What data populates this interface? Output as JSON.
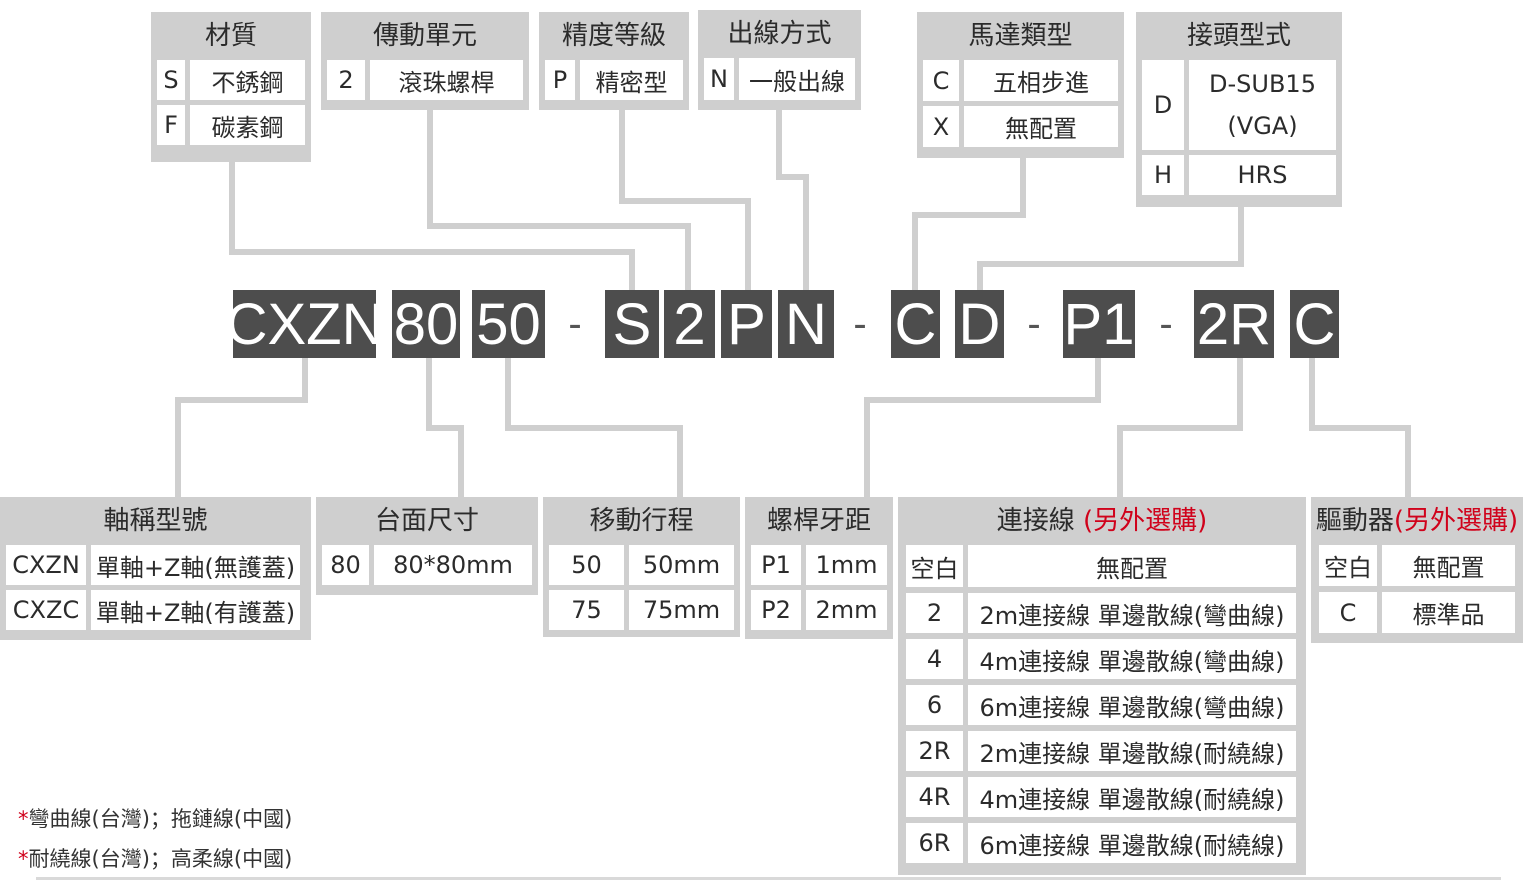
{
  "code_segments": [
    {
      "text": "CXZN"
    },
    {
      "text": "80"
    },
    {
      "text": "50"
    },
    {
      "text": "S"
    },
    {
      "text": "2"
    },
    {
      "text": "P"
    },
    {
      "text": "N"
    },
    {
      "text": "C"
    },
    {
      "text": "D"
    },
    {
      "text": "P1"
    },
    {
      "text": "2R"
    },
    {
      "text": "C"
    }
  ],
  "separator": "-",
  "top_tables": {
    "material": {
      "title": "材質",
      "rows": [
        [
          "S",
          "不銹鋼"
        ],
        [
          "F",
          "碳素鋼"
        ]
      ]
    },
    "drive_unit": {
      "title": "傳動單元",
      "rows": [
        [
          "2",
          "滾珠螺桿"
        ]
      ]
    },
    "precision": {
      "title": "精度等級",
      "rows": [
        [
          "P",
          "精密型"
        ]
      ]
    },
    "wiring": {
      "title": "出線方式",
      "rows": [
        [
          "N",
          "一般出線"
        ]
      ]
    },
    "motor_type": {
      "title": "馬達類型",
      "rows": [
        [
          "C",
          "五相步進"
        ],
        [
          "X",
          "無配置"
        ]
      ]
    },
    "connector": {
      "title": "接頭型式",
      "rows": [
        [
          "D",
          "D-SUB15",
          "(VGA)"
        ],
        [
          "H",
          "HRS"
        ]
      ]
    }
  },
  "bottom_tables": {
    "model": {
      "title": "軸稱型號",
      "rows": [
        [
          "CXZN",
          "單軸+Z軸(無護蓋)"
        ],
        [
          "CXZC",
          "單軸+Z軸(有護蓋)"
        ]
      ]
    },
    "table_size": {
      "title": "台面尺寸",
      "rows": [
        [
          "80",
          "80*80mm"
        ]
      ]
    },
    "stroke": {
      "title": "移動行程",
      "rows": [
        [
          "50",
          "50mm"
        ],
        [
          "75",
          "75mm"
        ]
      ]
    },
    "pitch": {
      "title": "螺桿牙距",
      "rows": [
        [
          "P1",
          "1mm"
        ],
        [
          "P2",
          "2mm"
        ]
      ]
    },
    "cable": {
      "title": "連接線 ",
      "title_opt": "(另外選購)",
      "rows": [
        [
          "空白",
          "無配置"
        ],
        [
          "2",
          "2m連接線 單邊散線(彎曲線)"
        ],
        [
          "4",
          "4m連接線 單邊散線(彎曲線)"
        ],
        [
          "6",
          "6m連接線 單邊散線(彎曲線)"
        ],
        [
          "2R",
          "2m連接線 單邊散線(耐繞線)"
        ],
        [
          "4R",
          "4m連接線 單邊散線(耐繞線)"
        ],
        [
          "6R",
          "6m連接線 單邊散線(耐繞線)"
        ]
      ]
    },
    "driver": {
      "title": "驅動器",
      "title_opt": "(另外選購)",
      "rows": [
        [
          "空白",
          "無配置"
        ],
        [
          "C",
          "標準品"
        ]
      ]
    }
  },
  "notes": [
    {
      "star": "*",
      "text": "彎曲線(台灣)；拖鏈線(中國)"
    },
    {
      "star": "*",
      "text": "耐繞線(台灣)；高柔線(中國)"
    }
  ],
  "colors": {
    "segment_bg": "#4d4d4d",
    "table_bg": "#cfcfcf",
    "line": "#cfcfcf",
    "optional": "#d0021b"
  }
}
